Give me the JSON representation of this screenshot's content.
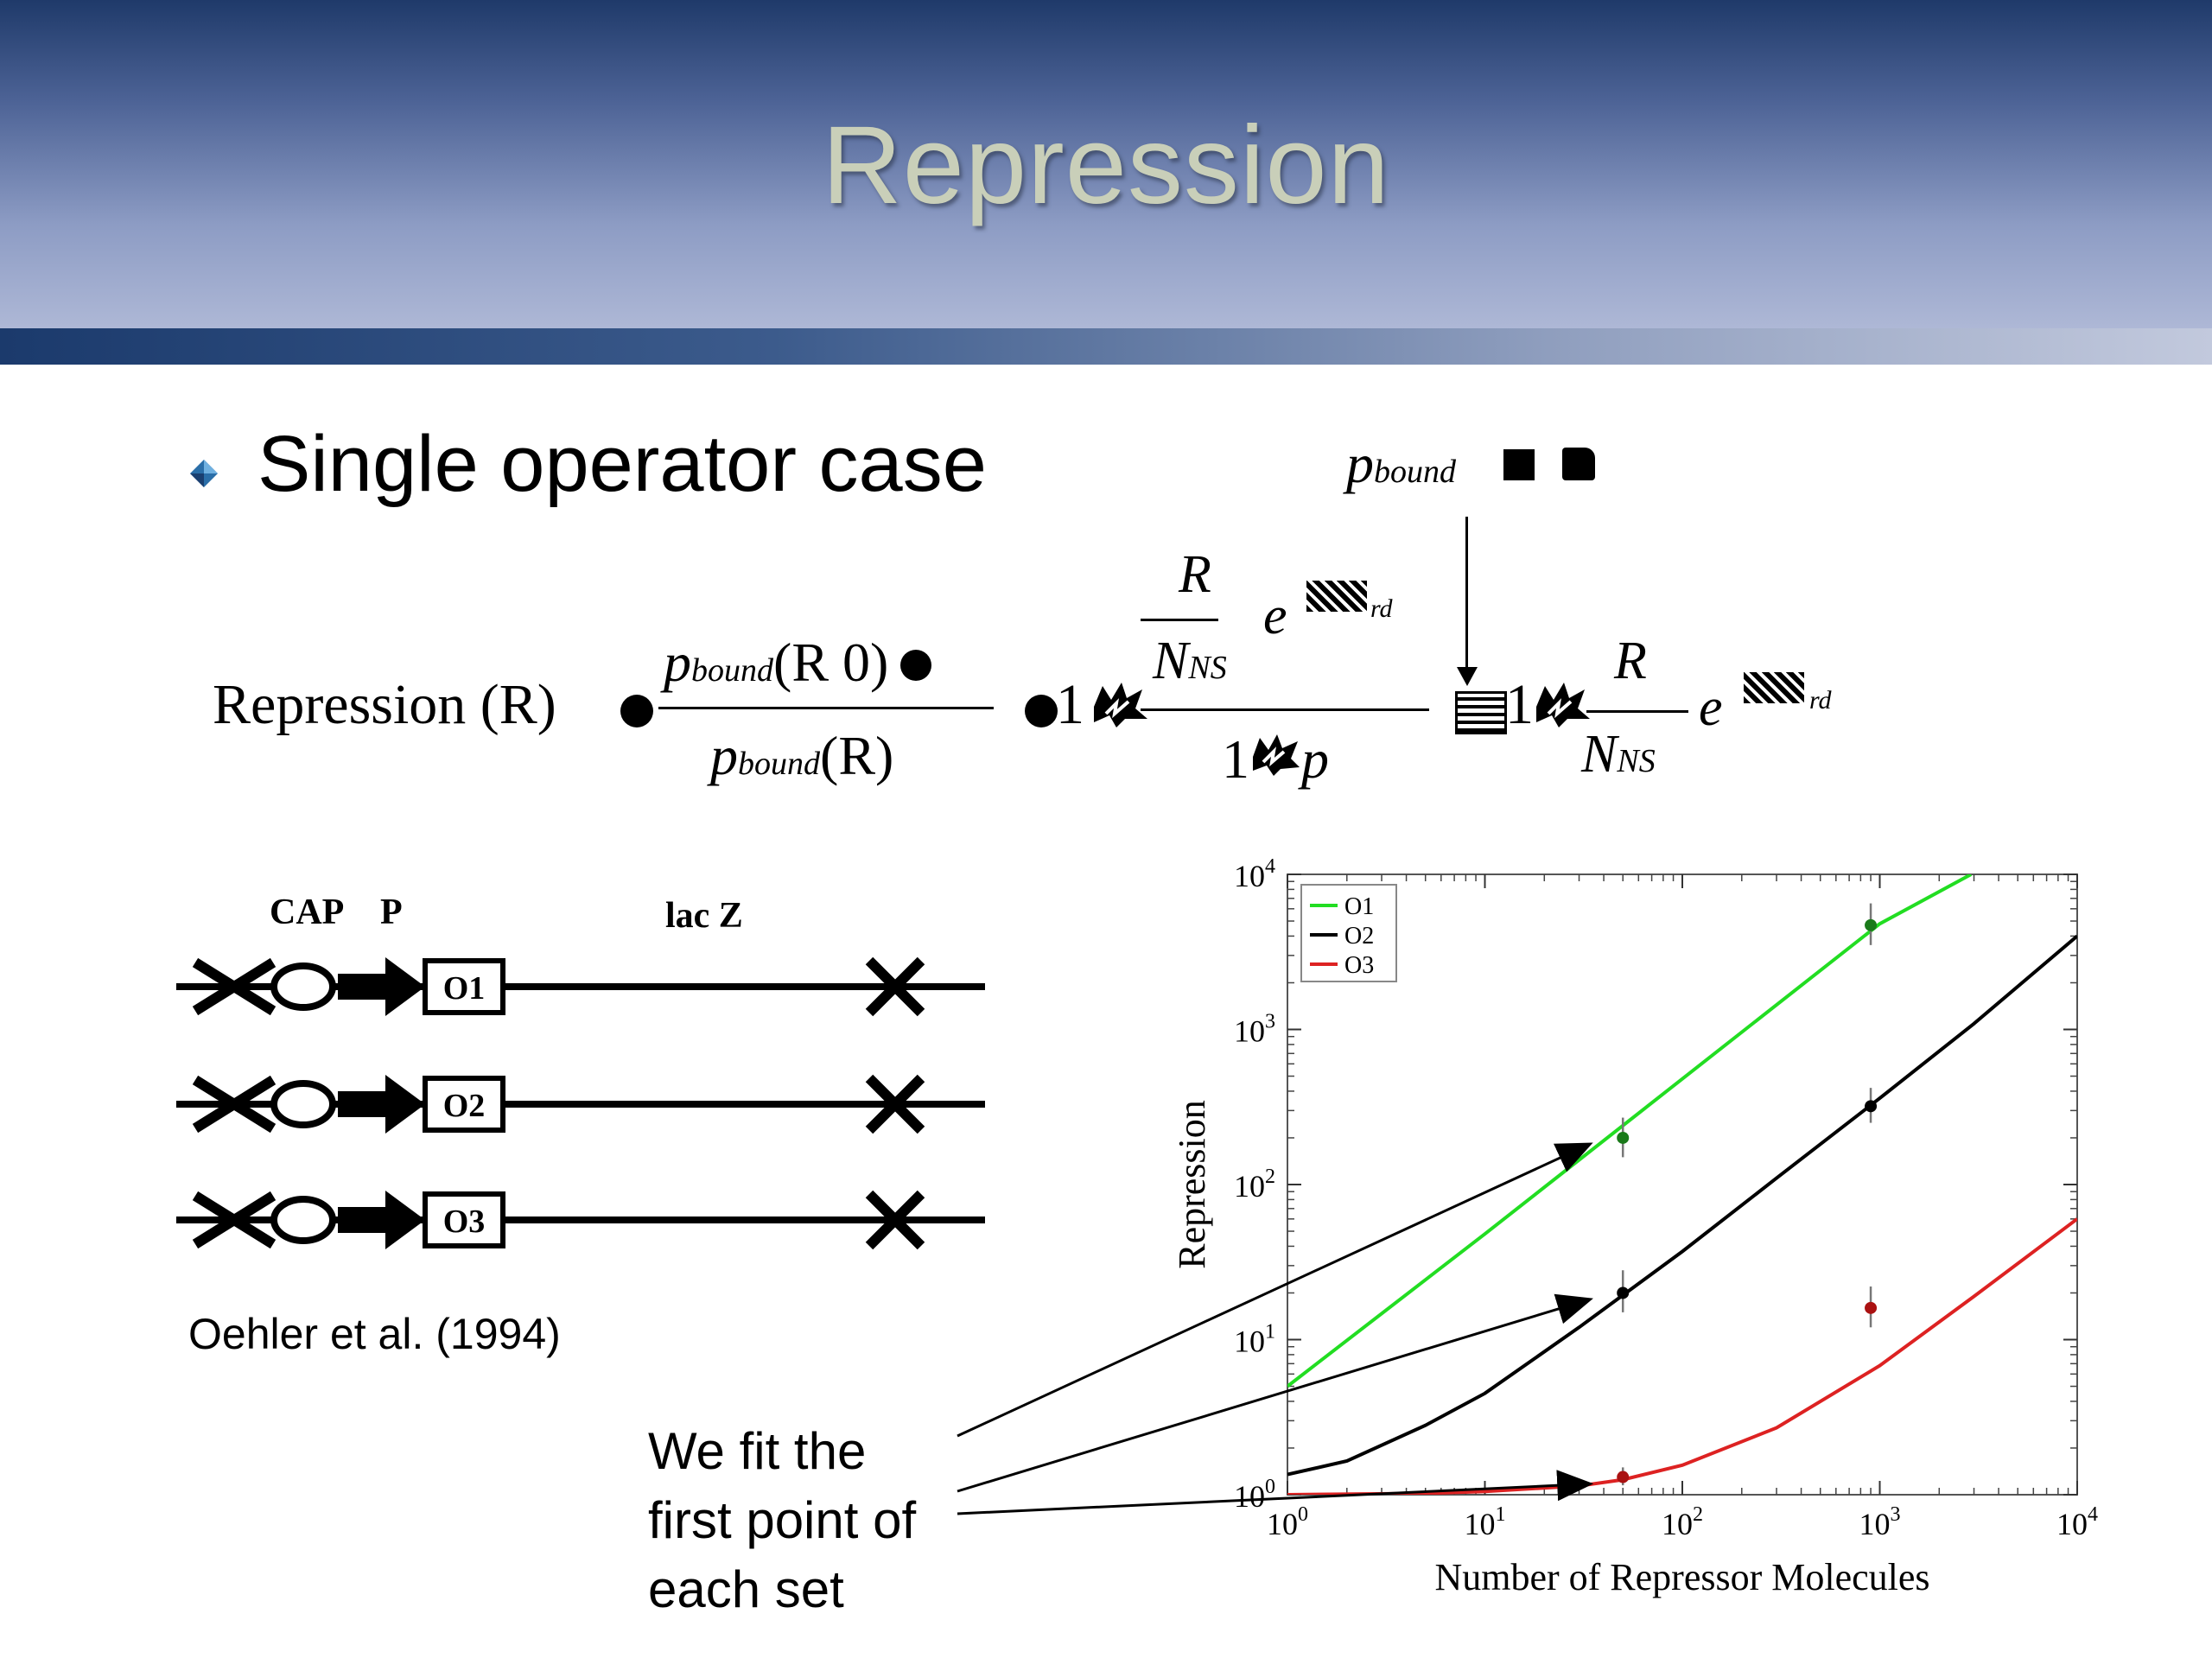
{
  "slide": {
    "title": "Repression",
    "bullet": "Single operator case"
  },
  "equation": {
    "lhs": "Repression (R)",
    "p_bound": "p",
    "bound_sub": "bound",
    "num_args": "(R 0)",
    "den_args": "(R)",
    "one": "1",
    "R": "R",
    "N": "N",
    "NS_sub": "NS",
    "e": "e",
    "rd_sub": "rd",
    "den2": "1",
    "p": "p"
  },
  "dna": {
    "labels": {
      "cap": "CAP",
      "p": "P",
      "lacz": "lac Z"
    },
    "operators": [
      "O1",
      "O2",
      "O3"
    ],
    "citation": "Oehler et al. (1994)"
  },
  "note": {
    "lines": [
      "We fit the",
      "first point of",
      "each set"
    ]
  },
  "chart_data": {
    "type": "line",
    "xscale": "log",
    "yscale": "log",
    "xlim": [
      1,
      10000
    ],
    "ylim": [
      1,
      10000
    ],
    "xlabel": "Number of Repressor Molecules",
    "ylabel": "Repression",
    "x_ticks": [
      "10^0",
      "10^1",
      "10^2",
      "10^3",
      "10^4"
    ],
    "y_ticks": [
      "10^0",
      "10^1",
      "10^2",
      "10^3",
      "10^4"
    ],
    "legend": {
      "placement": "top-left",
      "entries": [
        "O1",
        "O2",
        "O3"
      ]
    },
    "series": [
      {
        "name": "O1",
        "color": "#22dd22",
        "line": {
          "x": [
            1,
            10,
            100,
            1000,
            2900
          ],
          "y": [
            5,
            48,
            480,
            4800,
            10000
          ]
        },
        "points": {
          "x": [
            50,
            900
          ],
          "y": [
            200,
            4700
          ],
          "err_low": [
            150,
            3500
          ],
          "err_high": [
            270,
            6500
          ],
          "color": "#1a7a1a"
        }
      },
      {
        "name": "O2",
        "color": "#000000",
        "line": {
          "x": [
            1,
            2,
            5,
            10,
            30,
            100,
            300,
            1000,
            3000,
            10000
          ],
          "y": [
            1.35,
            1.65,
            2.8,
            4.5,
            12,
            37,
            110,
            360,
            1090,
            4000
          ]
        },
        "points": {
          "x": [
            50,
            900
          ],
          "y": [
            20,
            320
          ],
          "err_low": [
            15,
            250
          ],
          "err_high": [
            28,
            420
          ],
          "color": "#000000"
        }
      },
      {
        "name": "O3",
        "color": "#dd2222",
        "line": {
          "x": [
            1,
            5,
            10,
            30,
            50,
            100,
            300,
            1000,
            3000,
            10000
          ],
          "y": [
            1.0,
            1.02,
            1.05,
            1.14,
            1.25,
            1.55,
            2.7,
            6.8,
            19,
            60
          ]
        },
        "points": {
          "x": [
            50,
            900
          ],
          "y": [
            1.3,
            16
          ],
          "err_low": [
            1.15,
            12
          ],
          "err_high": [
            1.5,
            22
          ],
          "color": "#aa1111"
        }
      }
    ]
  }
}
